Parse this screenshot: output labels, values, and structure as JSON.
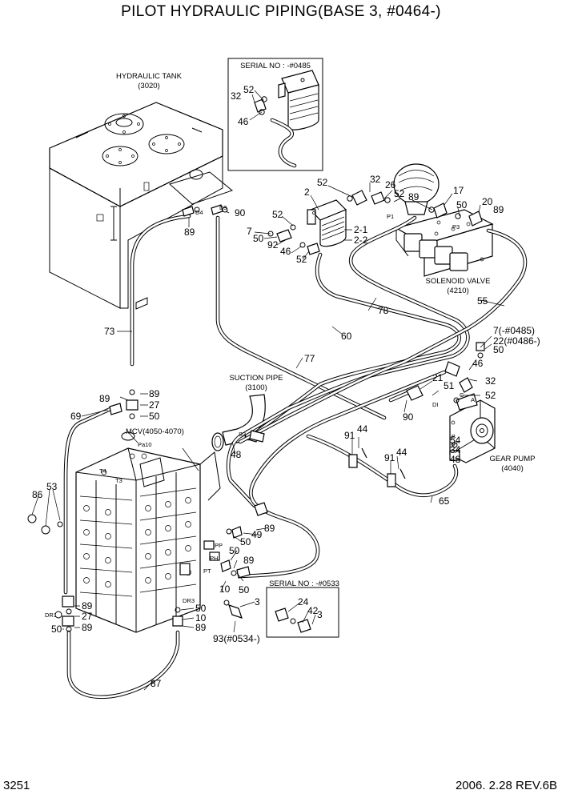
{
  "title": "PILOT HYDRAULIC PIPING(BASE 3, #0464-)",
  "footer": {
    "page": "3251",
    "revision": "2006. 2.28 REV.6B"
  },
  "captions": {
    "tank_name": "HYDRAULIC TANK",
    "tank_code": "(3020)",
    "serial_top": "SERIAL NO : -#0485",
    "solenoid_name": "SOLENOID VALVE",
    "solenoid_code": "(4210)",
    "suction_name": "SUCTION PIPE",
    "suction_code": "(3100)",
    "mcv": "MCV(4050-4070)",
    "gear_name": "GEAR PUMP",
    "gear_code": "(4040)",
    "serial_bottom": "SERIAL NO : -#0533"
  },
  "ports": {
    "d4": "D4",
    "d9": "D9",
    "p1": "P1",
    "p3": "P3",
    "s3": "S3",
    "pa10": "Pa10",
    "t4": "T4",
    "t3": "T3",
    "pp": "PP",
    "ph": "PH",
    "pt": "PT",
    "dr3": "DR3",
    "dr1": "DR1",
    "di": "DI",
    "a": "A",
    "b": "B",
    "c": "C"
  },
  "callouts": {
    "c32a": "32",
    "c52a": "52",
    "c46a": "46",
    "c2": "2",
    "c52b": "52",
    "c32b": "32",
    "c26": "26",
    "c52c": "52",
    "c89a": "89",
    "c17": "17",
    "c50a": "50",
    "c20": "20",
    "c89b": "89",
    "c52d": "52",
    "c7a": "7",
    "c50b": "50",
    "c92": "92",
    "c46b": "46",
    "c52e": "52",
    "c21a": "2-1",
    "c22a": "2-2",
    "c89c": "89",
    "c90a": "90",
    "c73": "73",
    "c78": "78",
    "c55": "55",
    "c60": "60",
    "c77": "77",
    "c7b": "7(-#0485)",
    "c22b": "22(#0486-)",
    "c50c": "50",
    "c46c": "46",
    "c32c": "32",
    "c21b": "21",
    "c51": "51",
    "c52f": "52",
    "c90b": "90",
    "c89d": "89",
    "c89e": "89",
    "c27a": "27",
    "c69": "69",
    "c50d": "50",
    "c48a": "48",
    "c91a": "91",
    "c44a": "44",
    "c91b": "91",
    "c44b": "44",
    "c54": "54",
    "c34": "34",
    "c48b": "48",
    "c65": "65",
    "c86": "86",
    "c53": "53",
    "c89f": "89",
    "c49": "49",
    "c50e": "50",
    "c50f": "50",
    "c89g": "89",
    "c10a": "10",
    "c50g": "50",
    "c89h": "89",
    "c27b": "27",
    "c50h": "50",
    "c89i": "89",
    "c50i": "50",
    "c10b": "10",
    "c89j": "89",
    "c3a": "3",
    "c93": "93(#0534-)",
    "c24": "24",
    "c42": "42",
    "c3b": "3",
    "c87": "87"
  }
}
